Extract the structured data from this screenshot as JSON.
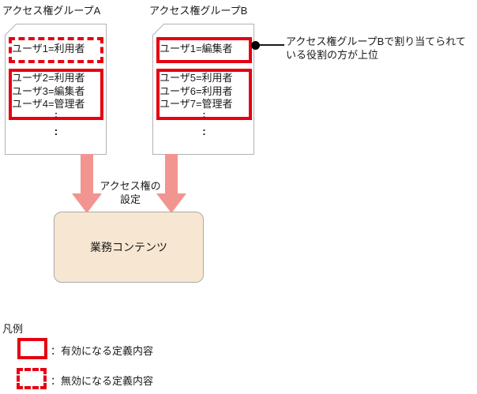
{
  "colors": {
    "highlight_red": "#e60012",
    "arrow_pink": "#f29490",
    "content_fill": "#f7e7d2",
    "doc_border": "#b3b3b3"
  },
  "groups": [
    {
      "title": "アクセス権グループA",
      "boxes": [
        {
          "style": "dashed",
          "lines": [
            "ユーザ1=利用者"
          ]
        },
        {
          "style": "solid",
          "lines": [
            "ユーザ2=利用者",
            "ユーザ3=編集者",
            "ユーザ4=管理者"
          ]
        }
      ],
      "ellipsis_inner": ":",
      "ellipsis_outer": ":"
    },
    {
      "title": "アクセス権グループB",
      "boxes": [
        {
          "style": "solid",
          "lines": [
            "ユーザ1=編集者"
          ]
        },
        {
          "style": "solid",
          "lines": [
            "ユーザ5=利用者",
            "ユーザ6=利用者",
            "ユーザ7=管理者"
          ]
        }
      ],
      "ellipsis_inner": ":",
      "ellipsis_outer": ":"
    }
  ],
  "annotation": {
    "line1": "アクセス権グループBで割り当てられて",
    "line2": "いる役割の方が上位"
  },
  "arrow_label": {
    "line1": "アクセス権の",
    "line2": "設定"
  },
  "content_box": {
    "label": "業務コンテンツ"
  },
  "legend": {
    "title": "凡例",
    "items": [
      {
        "style": "solid",
        "label": "：有効になる定義内容"
      },
      {
        "style": "dashed",
        "label": "：無効になる定義内容"
      }
    ]
  }
}
